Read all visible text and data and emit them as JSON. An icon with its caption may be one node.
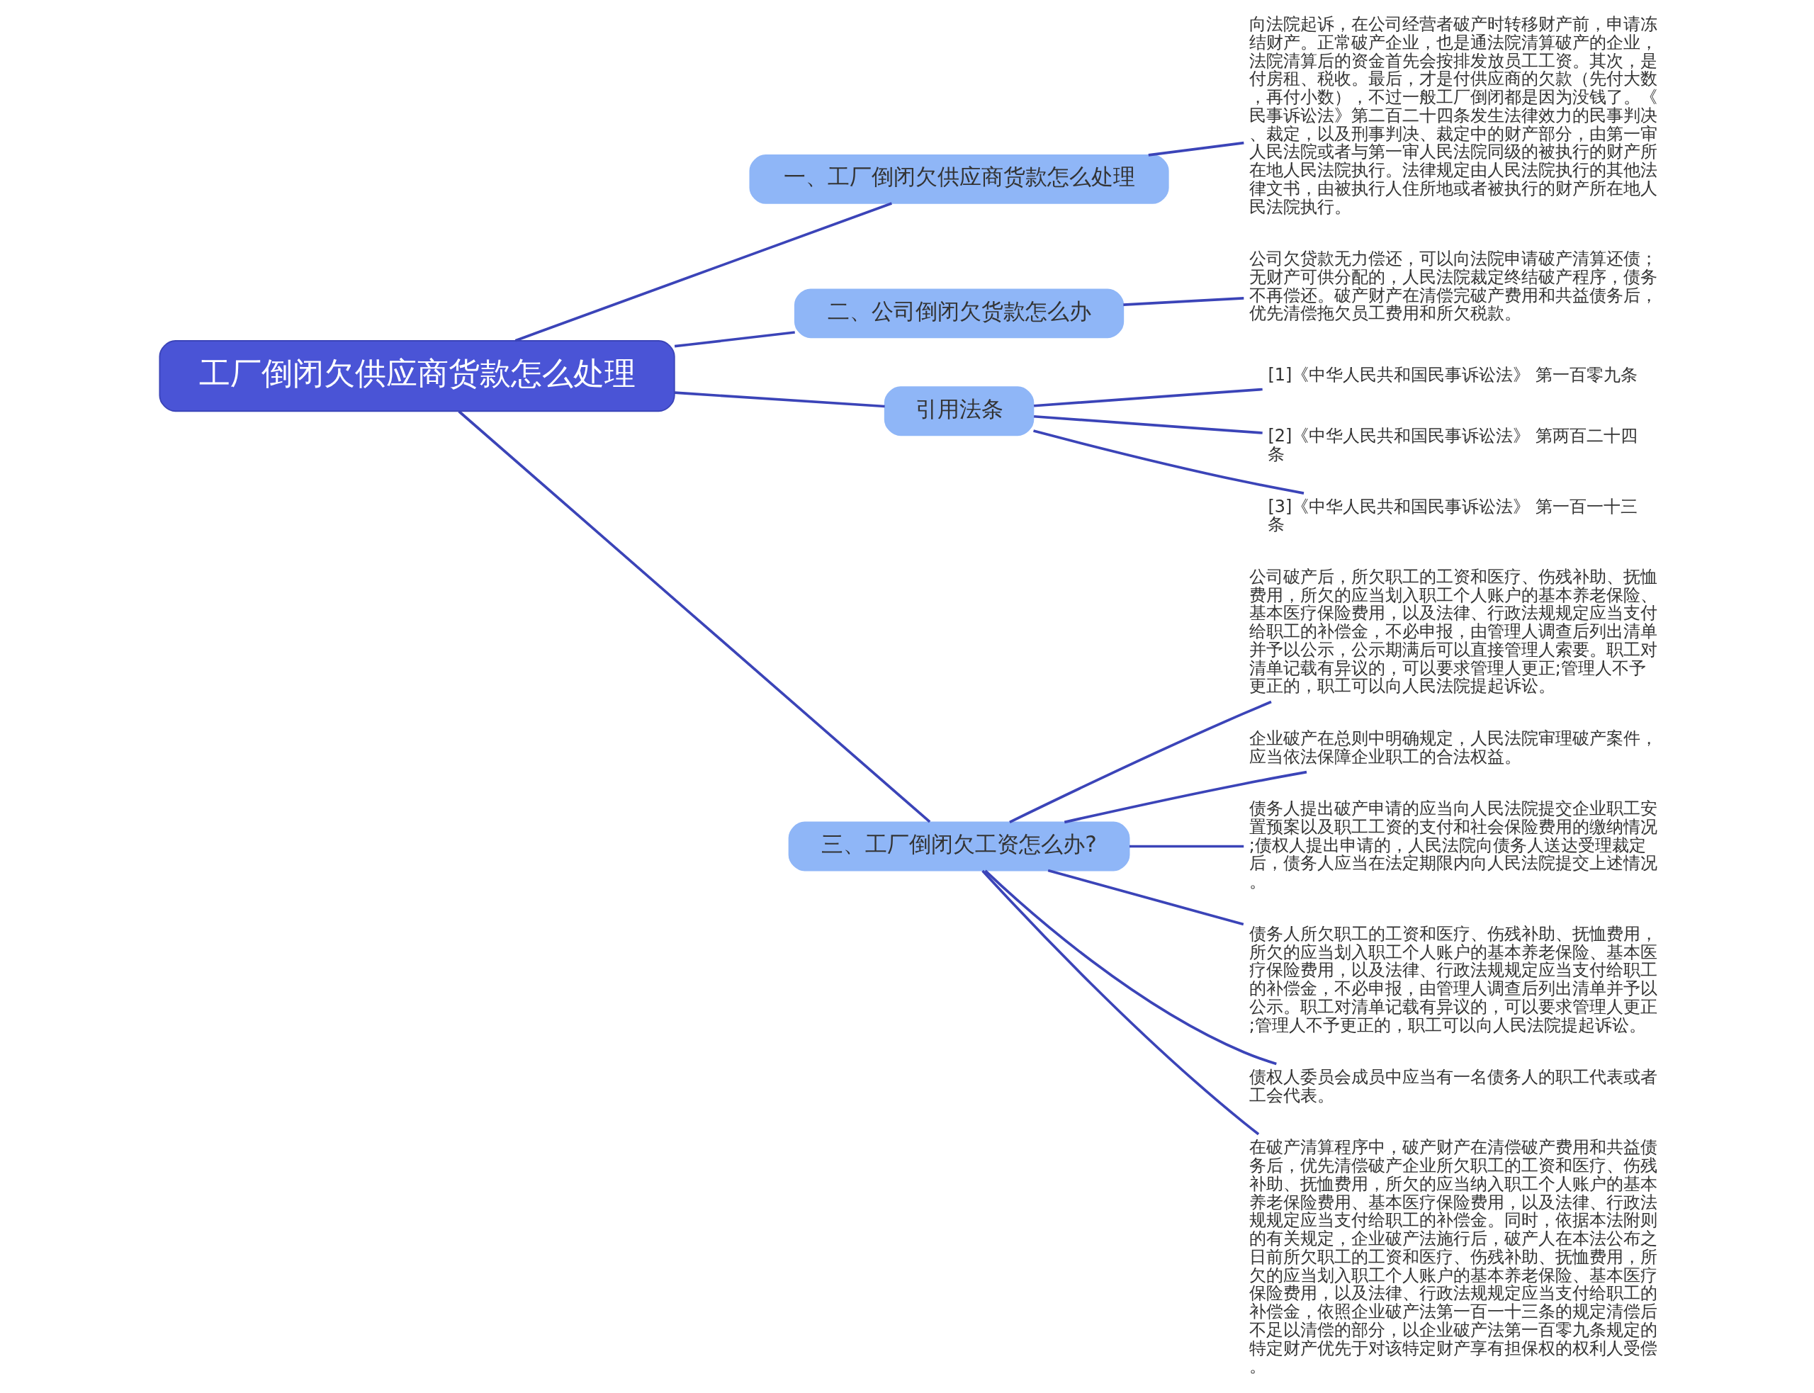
{
  "diagram": {
    "nodes": [
      {
        "text": [
          "工厂倒闭欠供应商货款怎么处理"
        ]
      },
      {
        "text": [
          "一、工厂倒闭欠供应商货款怎么处理"
        ]
      },
      {
        "text": [
          "向法院起诉，在公司经营者破产时转移财产前，申请冻结财产。正常破产企业，也是通法院清算破产的企业，法院清算后的资金首先会按排发放员工工资。其次，是付房租、税收。最后，才是付供应商的欠款（先付大数，再付小数），不过一般工厂倒闭都是因为没钱了。《民事诉讼法》第二百二十四条发生法律效力的民事判决、裁定，以及刑事判决、裁定中的财产部分，由第一审人民法院或者与第一审人民法院同级的被执行的财产所在地人民法院执行。法律规定由人民法院执行的其他法律文书，由被执行人住所地或者被执行的财产所在地人民法院执行。"
        ]
      },
      {
        "text": [
          "二、公司倒闭欠货款怎么办"
        ]
      },
      {
        "text": [
          "公司欠贷款无力偿还，可以向法院申请破产清算还债；无财产可供分配的，人民法院裁定终结破产程序，债务不再偿还。破产财产在清偿完破产费用和共益债务后，优先清偿拖欠员工费用和所欠税款。"
        ]
      },
      {
        "text": [
          "引用法条"
        ]
      },
      {
        "text": [
          "[1]《中华人民共和国民事诉讼法》 第一百零九条"
        ]
      },
      {
        "text": [
          "[2]《中华人民共和国民事诉讼法》 第两百二十四条"
        ]
      },
      {
        "text": [
          "[3]《中华人民共和国民事诉讼法》 第一百一十三条"
        ]
      },
      {
        "text": [
          "三、工厂倒闭欠工资怎么办?"
        ]
      },
      {
        "text": [
          "公司破产后，所欠职工的工资和医疗、伤残补助、抚恤费用，所欠的应当划入职工个人账户的基本养老保险、基本医疗保险费用，以及法律、行政法规规定应当支付给职工的补偿金，不必申报，由管理人调查后列出清单并予以公示，公示期满后可以直接管理人索要。职工对清单记载有异议的，可以要求管理人更正;管理人不予更正的，职工可以向人民法院提起诉讼。"
        ]
      },
      {
        "text": [
          "企业破产在总则中明确规定，人民法院审理破产案件，应当依法保障企业职工的合法权益。"
        ]
      },
      {
        "text": [
          "债务人提出破产申请的应当向人民法院提交企业职工安置预案以及职工工资的支付和社会保险费用的缴纳情况;债权人提出申请的，人民法院向债务人送达受理裁定后，债务人应当在法定期限内向人民法院提交上述情况。"
        ]
      },
      {
        "text": [
          "债务人所欠职工的工资和医疗、伤残补助、抚恤费用，所欠的应当划入职工个人账户的基本养老保险、基本医疗保险费用，以及法律、行政法规规定应当支付给职工的补偿金，不必申报，由管理人调查后列出清单并予以公示。职工对清单记载有异议的，可以要求管理人更正;管理人不予更正的，职工可以向人民法院提起诉讼。"
        ]
      },
      {
        "text": [
          "债权人委员会成员中应当有一名债务人的职工代表或者工会代表。"
        ]
      },
      {
        "text": [
          "在破产清算程序中，破产财产在清偿破产费用和共益债务后，优先清偿破产企业所欠职工的工资和医疗、伤残补助、抚恤费用，所欠的应当纳入职工个人账户的基本养老保险费用、基本医疗保险费用，以及法律、行政法规规定应当支付给职工的补偿金。同时，依据本法附则的有关规定，企业破产法施行后，破产人在本法公布之日前所欠职工的工资和医疗、伤残补助、抚恤费用，所欠的应当划入职工个人账户的基本养老保险、基本医疗保险费用，以及法律、行政法规规定应当支付给职工的补偿金，依照企业破产法第一百一十三条的规定清偿后不足以清偿的部分，以企业破产法第一百零九条规定的特定财产优先于对该特定财产享有担保权的权利人受偿。"
        ]
      }
    ],
    "edges": [
      {
        "from": 0,
        "to": 1,
        "arrow": "none"
      },
      {
        "from": 1,
        "to": 2,
        "arrow": "none"
      },
      {
        "from": 0,
        "to": 3,
        "arrow": "none"
      },
      {
        "from": 3,
        "to": 4,
        "arrow": "none"
      },
      {
        "from": 0,
        "to": 5,
        "arrow": "none"
      },
      {
        "from": 5,
        "to": 6,
        "arrow": "none"
      },
      {
        "from": 5,
        "to": 7,
        "arrow": "none"
      },
      {
        "from": 5,
        "to": 8,
        "arrow": "none"
      },
      {
        "from": 0,
        "to": 9,
        "arrow": "none"
      },
      {
        "from": 9,
        "to": 10,
        "arrow": "none"
      },
      {
        "from": 9,
        "to": 11,
        "arrow": "none"
      },
      {
        "from": 9,
        "to": 12,
        "arrow": "none"
      },
      {
        "from": 9,
        "to": 13,
        "arrow": "none"
      },
      {
        "from": 9,
        "to": 14,
        "arrow": "none"
      },
      {
        "from": 9,
        "to": 15,
        "arrow": "none"
      }
    ]
  }
}
